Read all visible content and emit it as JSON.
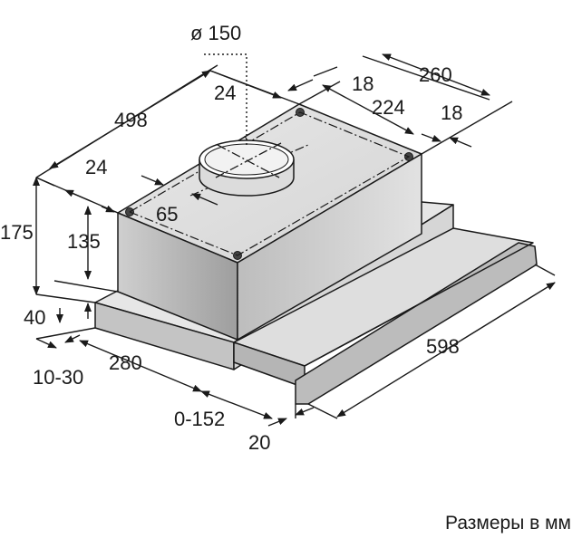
{
  "dimensions": {
    "diameter": "ø 150",
    "width_total": "598",
    "depth_top": "498",
    "depth_right": "260",
    "d224": "224",
    "d18_top": "18",
    "d18_right": "18",
    "d24_top": "24",
    "d24_left": "24",
    "d65": "65",
    "h175": "175",
    "h135": "135",
    "h40": "40",
    "d10_30": "10-30",
    "d280": "280",
    "d0_152": "0-152",
    "d20": "20"
  },
  "caption": "Размеры в мм"
}
